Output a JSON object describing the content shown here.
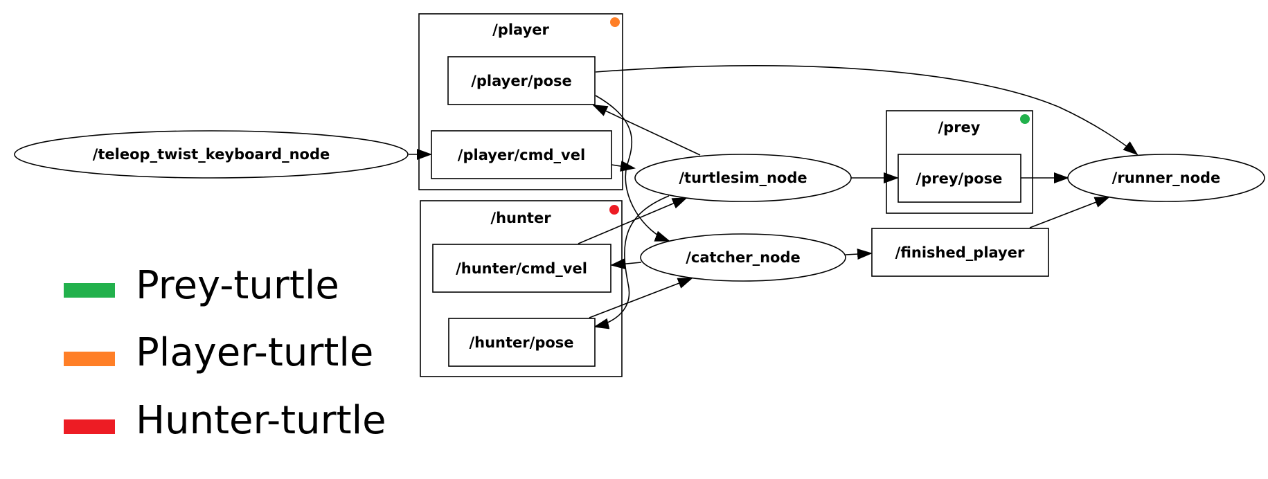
{
  "colors": {
    "prey": "#22b14c",
    "player": "#ff7f27",
    "hunter": "#ed1c24"
  },
  "clusters": {
    "player": {
      "label": "/player"
    },
    "prey": {
      "label": "/prey"
    },
    "hunter": {
      "label": "/hunter"
    }
  },
  "nodes": {
    "teleop": "/teleop_twist_keyboard_node",
    "turtlesim": "/turtlesim_node",
    "catcher": "/catcher_node",
    "runner": "/runner_node",
    "player_pose": "/player/pose",
    "player_cmd_vel": "/player/cmd_vel",
    "hunter_cmd_vel": "/hunter/cmd_vel",
    "hunter_pose": "/hunter/pose",
    "prey_pose": "/prey/pose",
    "finished_player": "/finished_player"
  },
  "legend": [
    {
      "label": "Prey-turtle",
      "color": "#22b14c"
    },
    {
      "label": "Player-turtle",
      "color": "#ff7f27"
    },
    {
      "label": "Hunter-turtle",
      "color": "#ed1c24"
    }
  ]
}
